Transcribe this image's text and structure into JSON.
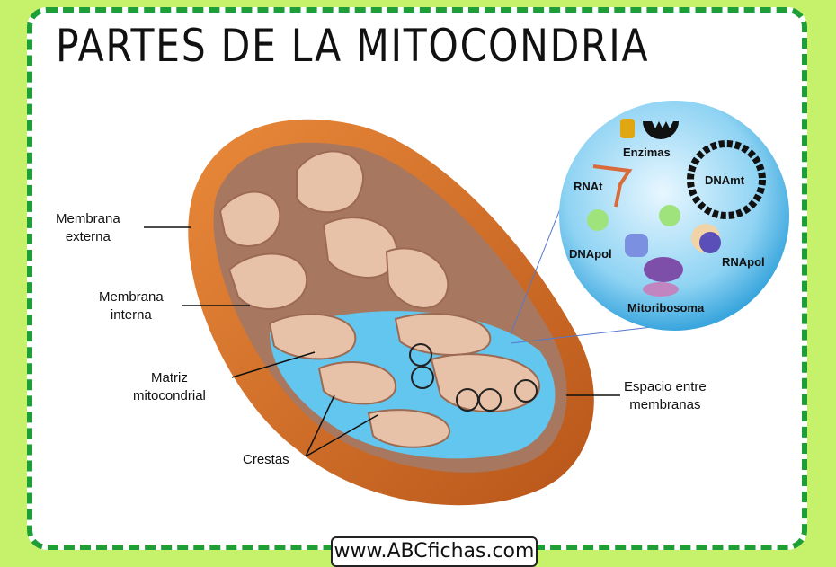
{
  "title": "PARTES DE LA MITOCONDRIA",
  "labels": {
    "membrana_externa": [
      "Membrana",
      "externa"
    ],
    "membrana_interna": [
      "Membrana",
      "interna"
    ],
    "matriz": [
      "Matriz",
      "mitocondrial"
    ],
    "crestas": "Crestas",
    "espacio": [
      "Espacio entre",
      "membranas"
    ]
  },
  "inset": {
    "enzimas": "Enzimas",
    "rnat": "RNAt",
    "dnamt": "DNAmt",
    "dnapol": "DNApol",
    "rnapol": "RNApol",
    "mitoribosoma": "Mitoribosoma"
  },
  "footer": {
    "url": "www.ABCfichas.com"
  },
  "colors": {
    "background": "#c5f26a",
    "border": "#1e9e36",
    "membrane": "#d9752a",
    "crest": "#e8c2a8",
    "matrix": "#63c6ee"
  }
}
